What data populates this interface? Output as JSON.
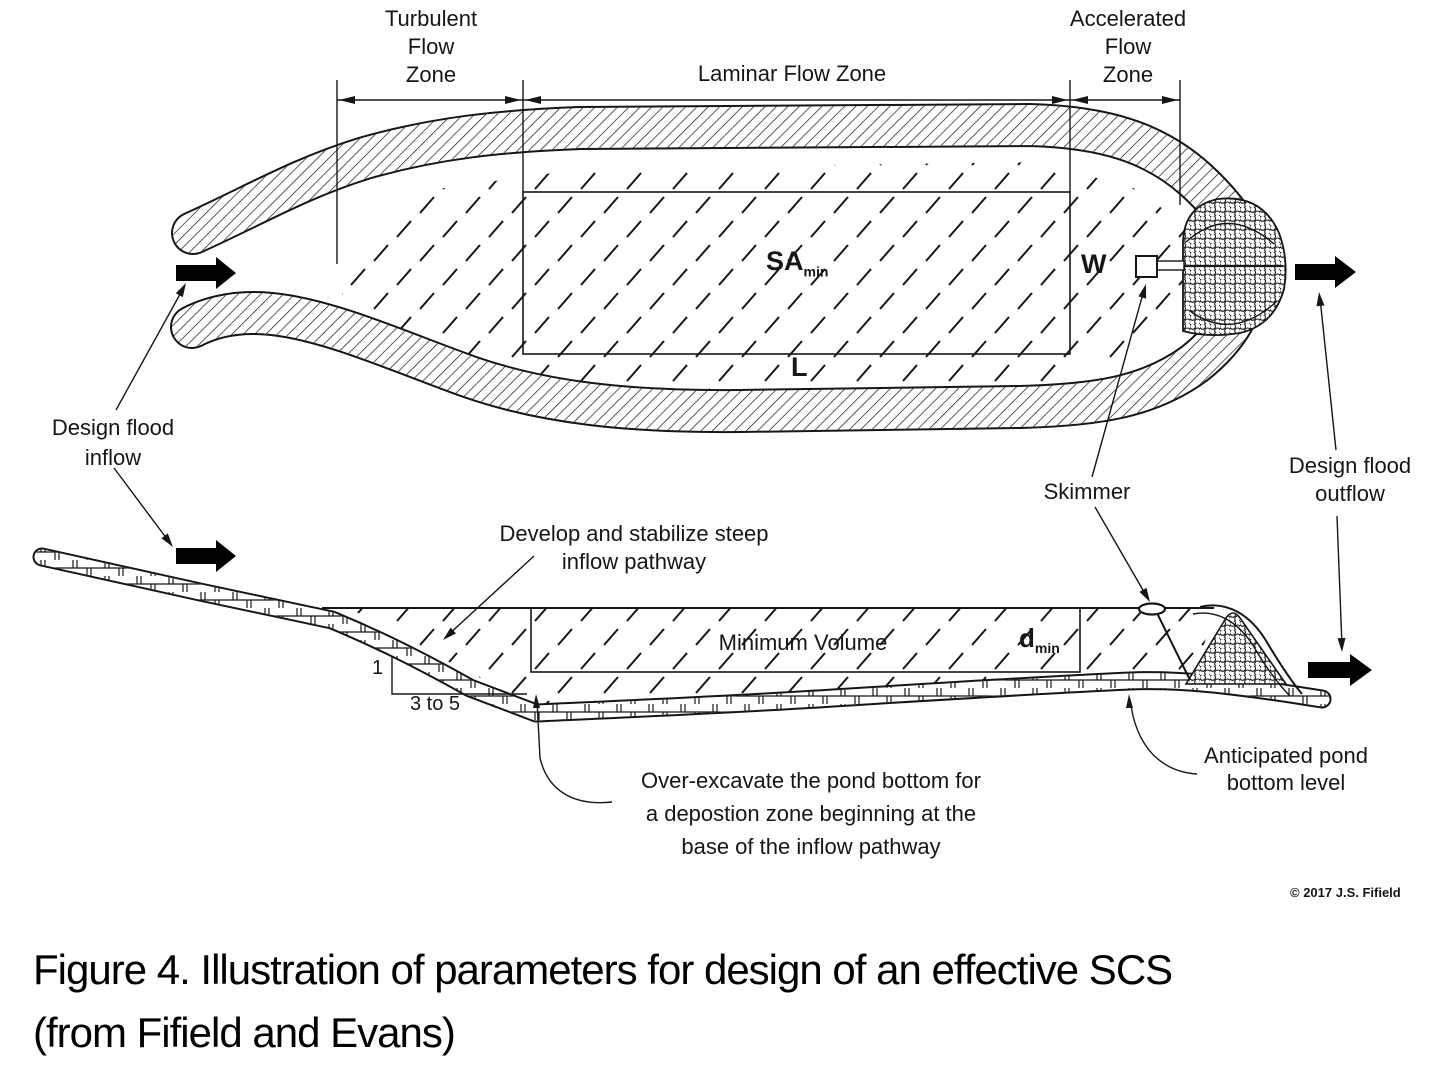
{
  "diagram": {
    "zones": {
      "turbulent": "Turbulent\nFlow\nZone",
      "laminar": "Laminar Flow Zone",
      "accelerated": "Accelerated\nFlow\nZone"
    },
    "plan": {
      "surface_area": {
        "base": "SA",
        "sub": "min"
      },
      "width_label": "W",
      "length_label": "L"
    },
    "profile": {
      "minimum_volume": "Minimum Volume",
      "depth": {
        "base": "d",
        "sub": "min"
      },
      "slope_rise": "1",
      "slope_run": "3 to 5"
    },
    "annotations": {
      "design_flood_inflow": "Design flood\ninflow",
      "design_flood_outflow": "Design flood\noutflow",
      "skimmer": "Skimmer",
      "develop_stabilize": "Develop and stabilize steep\ninflow pathway",
      "over_excavate": "Over-excavate the pond bottom for\na depostion zone beginning at the\nbase of the inflow pathway",
      "anticipated_bottom": "Anticipated pond\nbottom level"
    },
    "copyright": "© 2017 J.S. Fifield"
  },
  "caption": {
    "figure": "Figure 4. Illustration of parameters for design of an effective SCS\n(from Fifield and Evans)"
  },
  "colors": {
    "ink": "#161616",
    "background": "#ffffff"
  }
}
